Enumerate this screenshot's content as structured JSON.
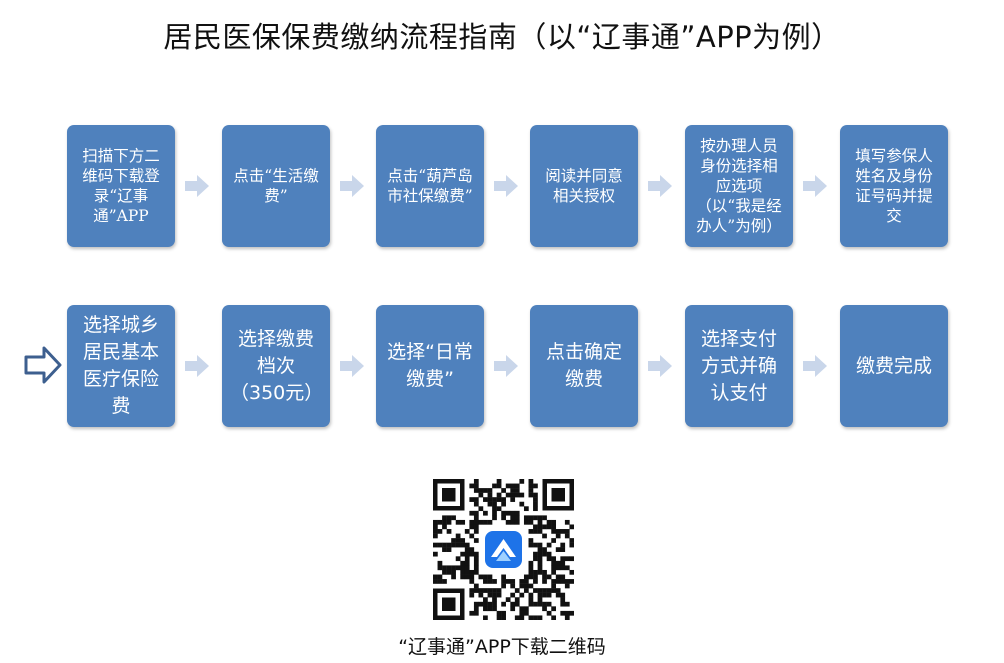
{
  "title": "居民医保保费缴纳流程指南（以“辽事通”APP为例）",
  "row1": [
    "扫描下方二维码下载登录“辽事通”APP",
    "点击“生活缴费”",
    "点击“葫芦岛市社保缴费”",
    "阅读并同意相关授权",
    "按办理人员身份选择相应选项（以“我是经办人”为例）",
    "填写参保人姓名及身份证号码并提交"
  ],
  "row2": [
    "选择城乡居民基本医疗保险费",
    "选择缴费档次（350元）",
    "选择“日常缴费”",
    "点击确定缴费",
    "选择支付方式并确认支付",
    "缴费完成"
  ],
  "qr_caption": "“辽事通”APP下载二维码",
  "colors": {
    "box": "#4f81bd",
    "arrow": "#c9d6ea",
    "start_arrow_stroke": "#3d5f8f"
  },
  "icons": {
    "flow_arrow": "right-arrow-icon",
    "start": "outline-right-arrow-icon",
    "qr": "qr-code-icon"
  }
}
